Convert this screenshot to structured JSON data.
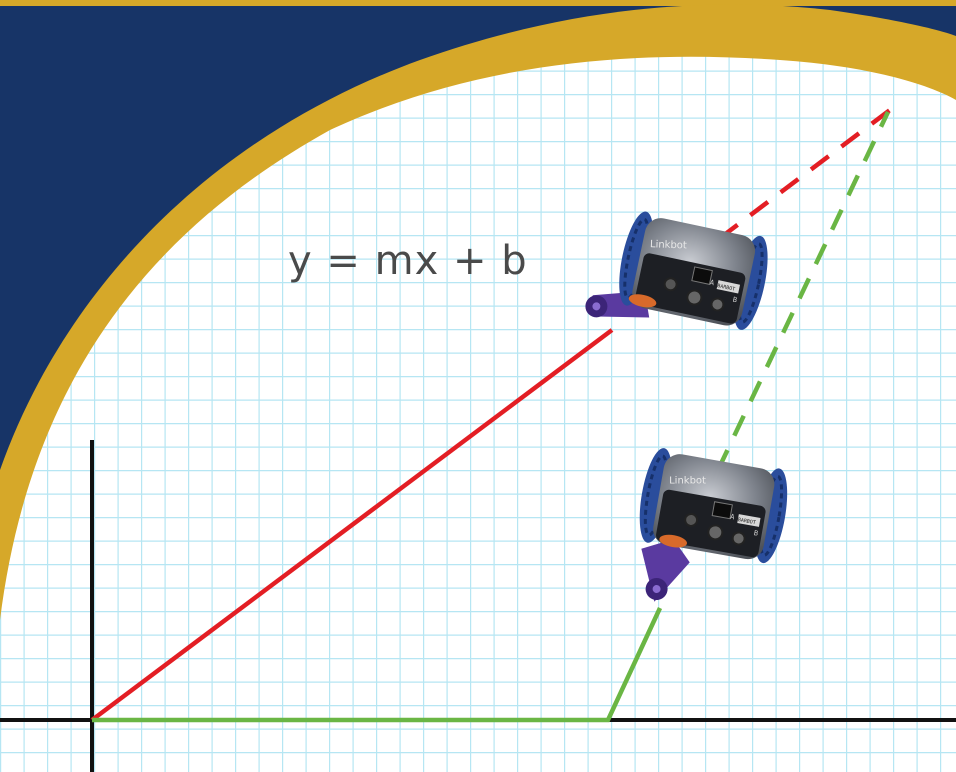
{
  "equation": "y = mx + b",
  "robots": [
    {
      "brand": "Linkbot",
      "port_labels": [
        "A",
        "B"
      ],
      "badge": "BARBOT"
    },
    {
      "brand": "Linkbot",
      "port_labels": [
        "A",
        "B"
      ],
      "badge": "BARBOT"
    }
  ],
  "colors": {
    "background": "#173467",
    "arc": "#d6a829",
    "grid_paper": "#ffffff",
    "grid_lines": "#b6e6f3",
    "axes": "#111111",
    "red_path": "#e31e24",
    "green_path": "#6ab644",
    "robot_body": "#7b7f87",
    "robot_wheels": "#2a4d9c",
    "robot_caster": "#5a3aa0"
  },
  "icons": [
    "linkbot-robot-icon",
    "caster-ball-icon"
  ]
}
